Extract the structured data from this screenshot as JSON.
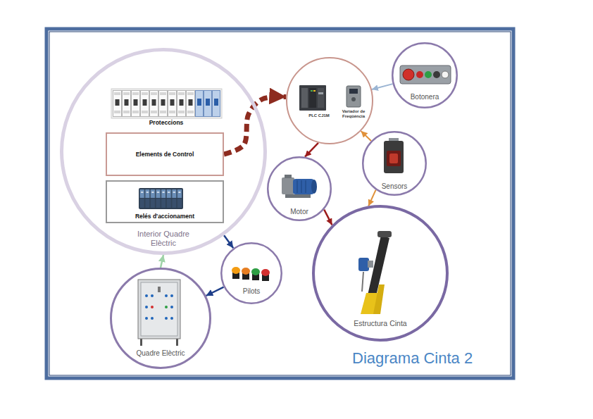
{
  "diagram": {
    "title": "Diagrama Cinta 2",
    "nodes": [
      {
        "text": [
          "Interior Quadre Elèctric"
        ]
      },
      {
        "text": [
          "Proteccions"
        ],
        "in": 0
      },
      {
        "text": [
          "Elements de Control"
        ],
        "in": 0
      },
      {
        "text": [
          "Relés d'accionament"
        ],
        "in": 0
      },
      {
        "text": [
          "PLC CJ1M",
          "Variador de Freqüència"
        ]
      },
      {
        "text": [
          "Botonera"
        ]
      },
      {
        "text": [
          "Sensors"
        ]
      },
      {
        "text": [
          "Motor"
        ]
      },
      {
        "text": [
          "Estructura Cinta"
        ]
      },
      {
        "text": [
          "Pilots"
        ]
      },
      {
        "text": [
          "Quadre Elèctric"
        ]
      }
    ],
    "edges": [
      {
        "from": 2,
        "to": 4,
        "arrow": "to"
      },
      {
        "from": 5,
        "to": 4,
        "arrow": "to"
      },
      {
        "from": 6,
        "to": 4,
        "arrow": "to"
      },
      {
        "from": 6,
        "to": 8,
        "arrow": "to"
      },
      {
        "from": 4,
        "to": 7,
        "arrow": "to"
      },
      {
        "from": 7,
        "to": 8,
        "arrow": "to"
      },
      {
        "from": 0,
        "to": 9,
        "arrow": "to"
      },
      {
        "from": 9,
        "to": 10,
        "arrow": "to"
      },
      {
        "from": 10,
        "to": 0,
        "arrow": "to"
      }
    ]
  }
}
